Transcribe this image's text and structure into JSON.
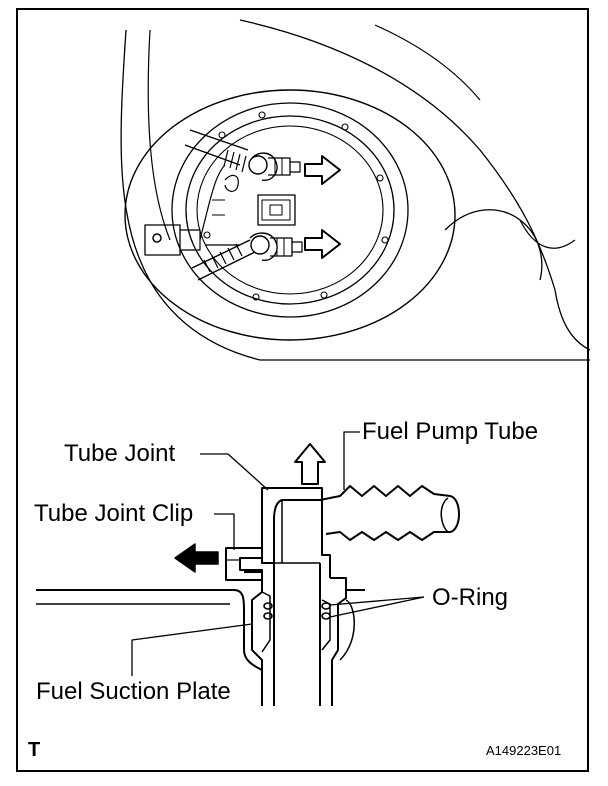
{
  "labels": {
    "fuel_pump_tube": "Fuel Pump Tube",
    "tube_joint": "Tube Joint",
    "tube_joint_clip": "Tube Joint Clip",
    "o_ring": "O-Ring",
    "fuel_suction_plate": "Fuel Suction Plate"
  },
  "footer": {
    "corner_mark": "T",
    "figure_code": "A149223E01"
  },
  "colors": {
    "line": "#000000",
    "background": "#ffffff"
  }
}
